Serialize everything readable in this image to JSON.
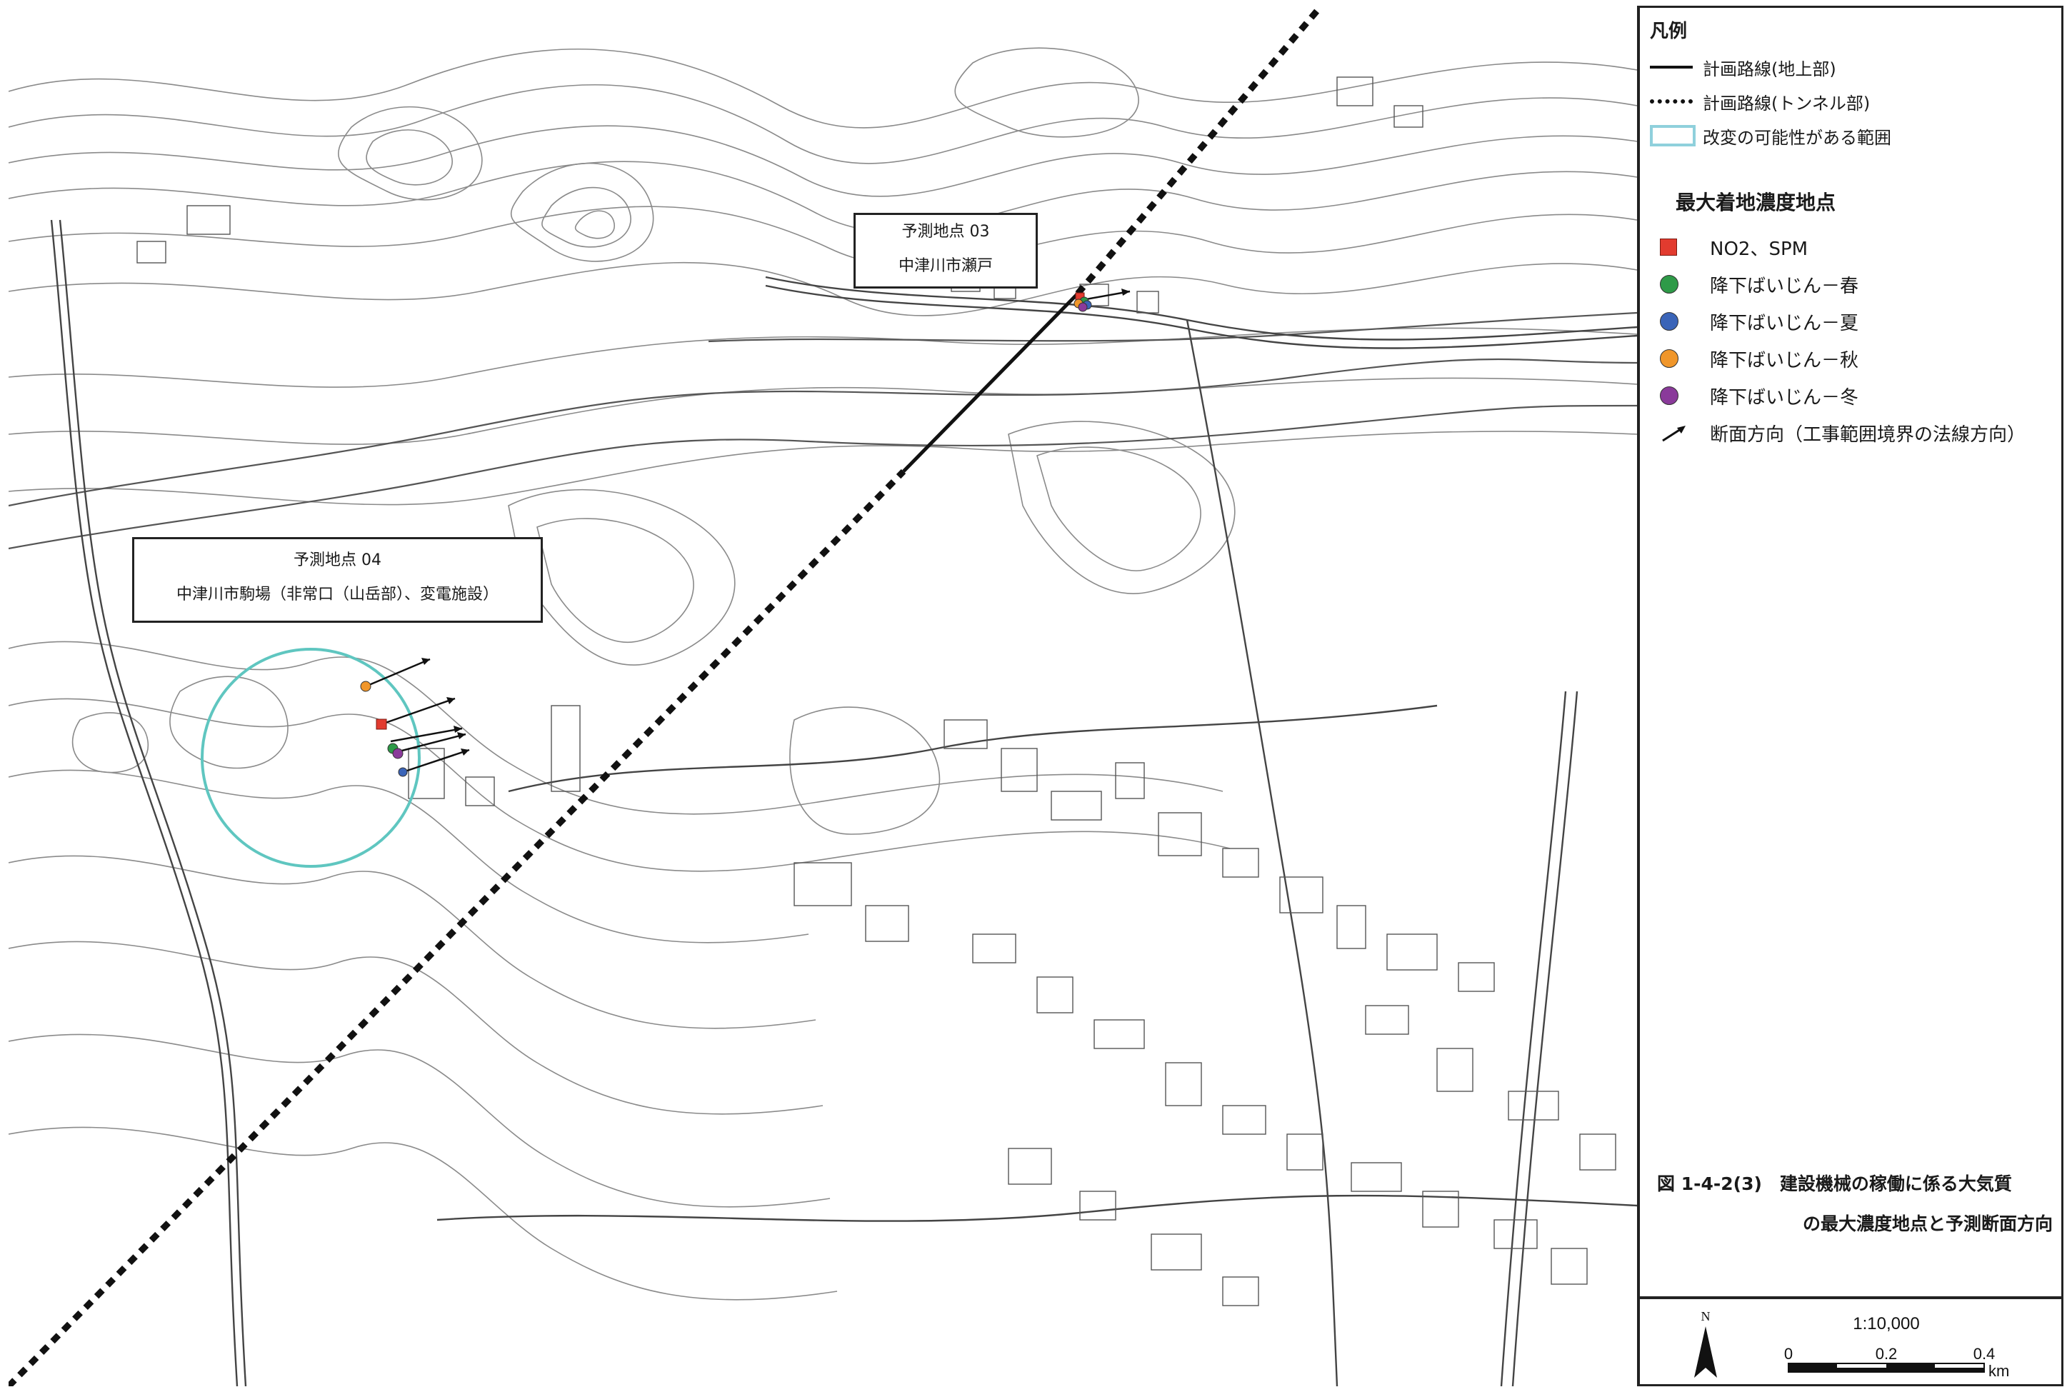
{
  "callouts": {
    "site03": {
      "name": "予測地点 03",
      "place": "中津川市瀬戸"
    },
    "site04": {
      "name": "予測地点 04",
      "place": "中津川市駒場（非常口（山岳部）、変電施設）"
    }
  },
  "legend": {
    "title": "凡例",
    "route_above": "計画路線(地上部)",
    "route_tunnel": "計画路線(トンネル部)",
    "alteration": "改変の可能性がある範囲",
    "points_title": "最大着地濃度地点",
    "items": [
      {
        "label": "NO2、SPM",
        "color": "#e23b2f",
        "shape": "square"
      },
      {
        "label": "降下ばいじん－春",
        "color": "#2e9a48",
        "shape": "circle"
      },
      {
        "label": "降下ばいじん－夏",
        "color": "#3a64b8",
        "shape": "circle"
      },
      {
        "label": "降下ばいじん－秋",
        "color": "#f0962a",
        "shape": "circle"
      },
      {
        "label": "降下ばいじん－冬",
        "color": "#8a3a9a",
        "shape": "circle"
      }
    ],
    "direction": "断面方向（工事範囲境界の法線方向）",
    "line_color": "#111111",
    "alteration_color": "#8fd0dc"
  },
  "figure": {
    "line1": "図 1-4-2(3)　建設機械の稼働に係る大気質",
    "line2": "の最大濃度地点と予測断面方向"
  },
  "scale": {
    "north": "N",
    "ratio": "1:10,000",
    "ticks": [
      "0",
      "0.2",
      "0.4"
    ],
    "unit": "km"
  }
}
